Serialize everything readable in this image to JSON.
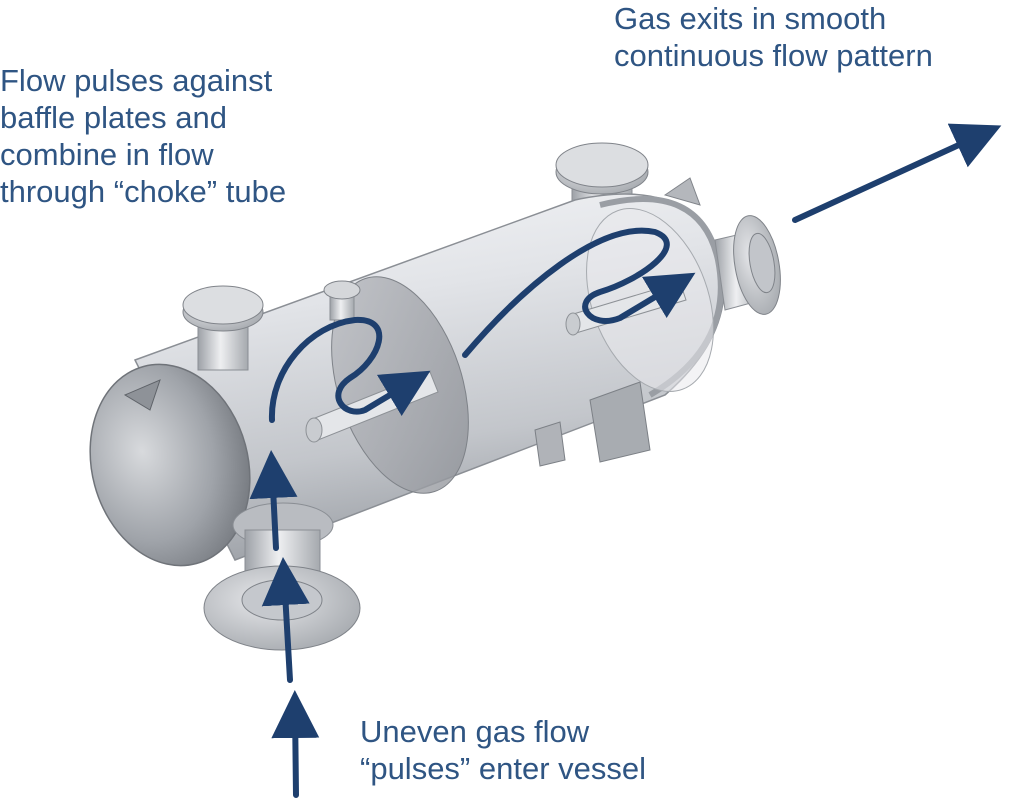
{
  "annotations": {
    "outlet": "Gas exits in smooth\ncontinuous flow pattern",
    "baffle": "Flow pulses against\nbaffle plates and\ncombine in flow\nthrough “choke” tube",
    "inlet": "Uneven gas flow\n“pulses” enter vessel"
  },
  "colors": {
    "text": "#2f5583",
    "arrow": "#1e3f6e",
    "vessel": "#c9ccd1"
  }
}
